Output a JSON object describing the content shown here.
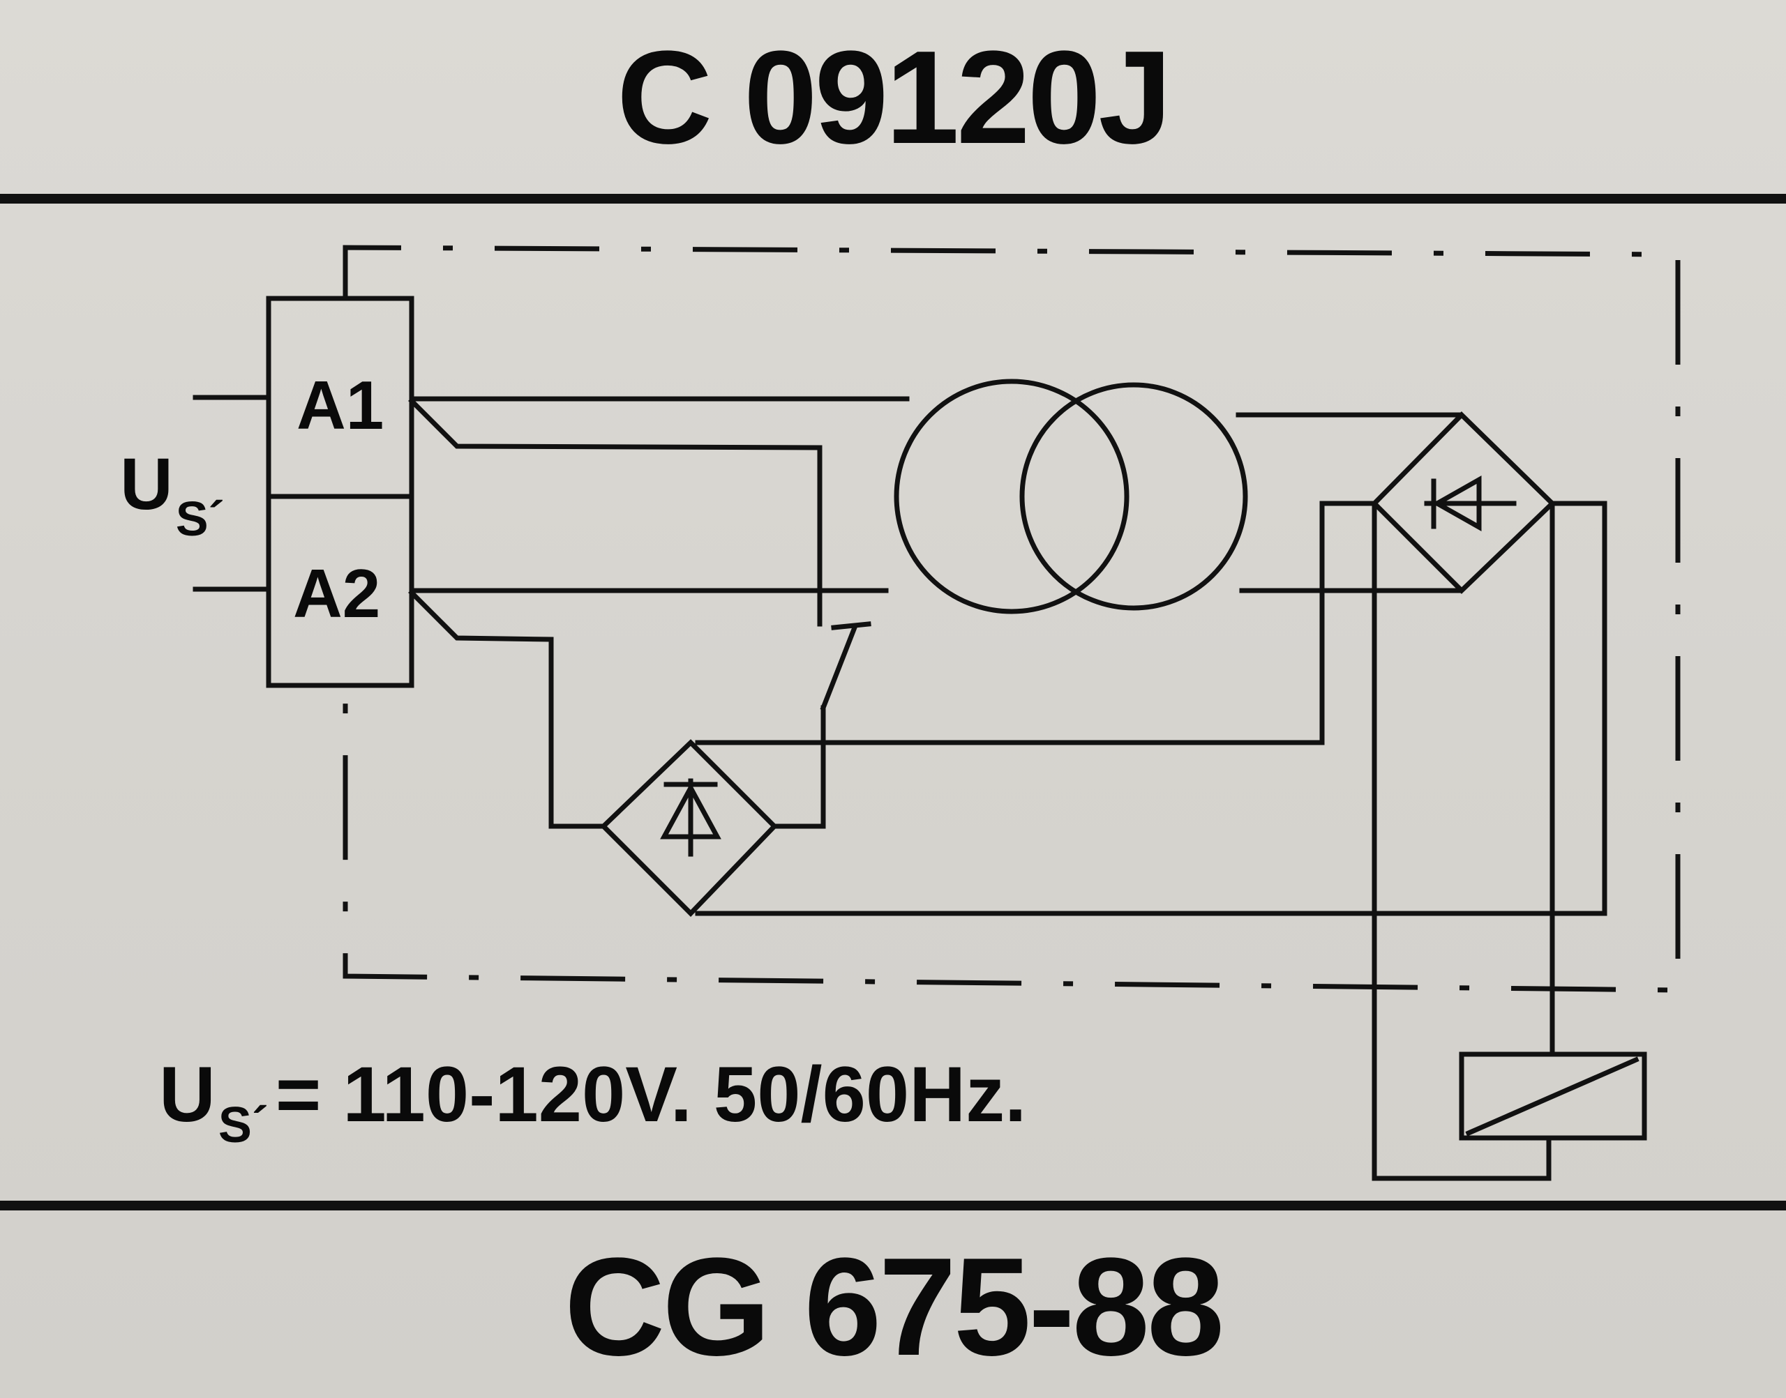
{
  "label": {
    "top_code": "C 09120J",
    "bottom_code": "CG 675-88",
    "terminals": {
      "a1": "A1",
      "a2": "A2"
    },
    "supply_symbol": {
      "main": "U",
      "subscript": "S´"
    },
    "rating": {
      "symbol": "U",
      "subscript": "S´",
      "value": "= 110-120V.  50/60Hz."
    }
  },
  "colors": {
    "background": "#d9d7d2",
    "ink": "#111111"
  },
  "icons": [
    "transformer-icon",
    "bridge-rectifier-icon",
    "diode-icon",
    "switch-contact-icon",
    "relay-coil-icon"
  ]
}
